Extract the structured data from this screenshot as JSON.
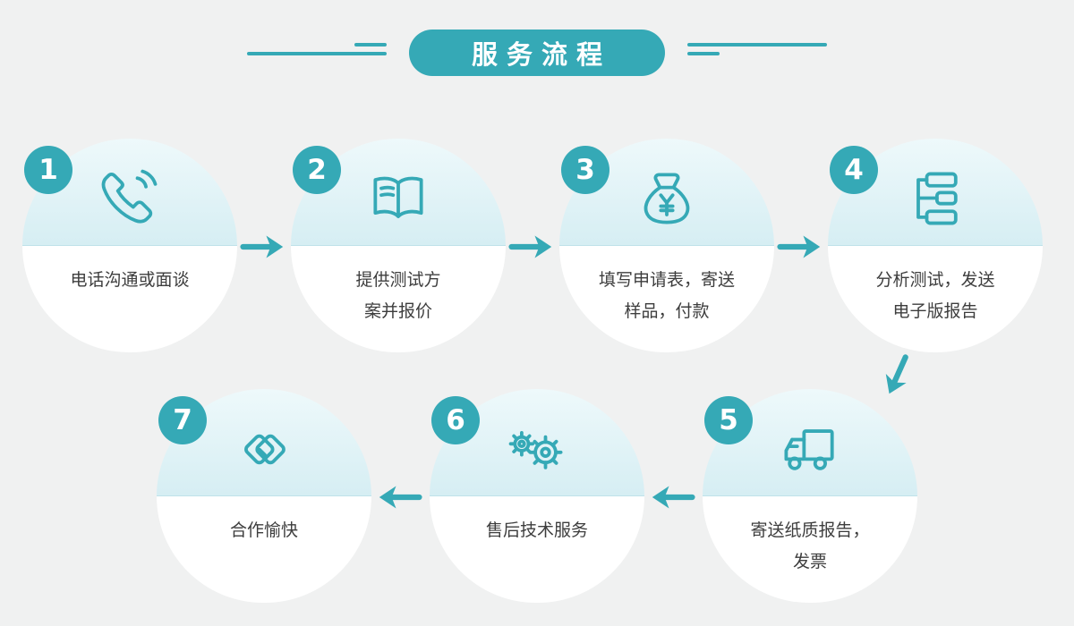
{
  "title": {
    "text": "服务流程"
  },
  "colors": {
    "teal": "#35a9b6",
    "background": "#f0f1f1",
    "circle_top_gradient_start": "#eef9fb",
    "circle_top_gradient_end": "#d6eef3",
    "circle_bottom": "#ffffff",
    "label_text": "#3d3d3d",
    "banner_text": "#ffffff"
  },
  "steps": [
    {
      "number": "1",
      "label": "电话沟通或面谈",
      "icon": "phone-icon"
    },
    {
      "number": "2",
      "label": "提供测试方\n案并报价",
      "icon": "open-book-icon"
    },
    {
      "number": "3",
      "label": "填写申请表，寄送\n样品，付款",
      "icon": "money-bag-icon"
    },
    {
      "number": "4",
      "label": "分析测试，发送\n电子版报告",
      "icon": "sitemap-icon"
    },
    {
      "number": "5",
      "label": "寄送纸质报告，\n发票",
      "icon": "truck-icon"
    },
    {
      "number": "6",
      "label": "售后技术服务",
      "icon": "gears-icon"
    },
    {
      "number": "7",
      "label": "合作愉快",
      "icon": "handshake-icon"
    }
  ]
}
